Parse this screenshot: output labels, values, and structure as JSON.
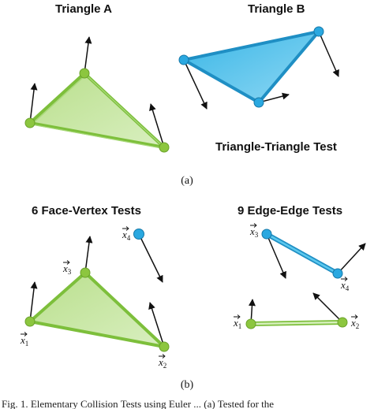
{
  "panel_a": {
    "triangle_a_title": "Triangle A",
    "triangle_b_title": "Triangle B",
    "test_title": "Triangle-Triangle Test",
    "caption": "(a)"
  },
  "panel_b": {
    "face_vertex_title": "6 Face-Vertex Tests",
    "edge_edge_title": "9 Edge-Edge Tests",
    "caption": "(b)",
    "labels": {
      "fv_x1": {
        "base": "x",
        "sub": "1"
      },
      "fv_x2": {
        "base": "x",
        "sub": "2"
      },
      "fv_x3": {
        "base": "x",
        "sub": "3"
      },
      "fv_x4": {
        "base": "x",
        "sub": "4"
      },
      "ee_x1": {
        "base": "x",
        "sub": "1"
      },
      "ee_x2": {
        "base": "x",
        "sub": "2"
      },
      "ee_x3": {
        "base": "x",
        "sub": "3"
      },
      "ee_x4": {
        "base": "x",
        "sub": "4"
      }
    }
  },
  "footer": {
    "text": "Fig. 1.   Elementary Collision Tests using Euler ... (a) Tested for the"
  },
  "colors": {
    "green_fill": "#c8e6a0",
    "green_stroke": "#7dbf3b",
    "green_vertex": "#8cc63f",
    "blue_fill": "#4ec3ea",
    "blue_stroke": "#1f8fc4",
    "blue_vertex": "#2aa8e0",
    "arrow": "#111111"
  }
}
